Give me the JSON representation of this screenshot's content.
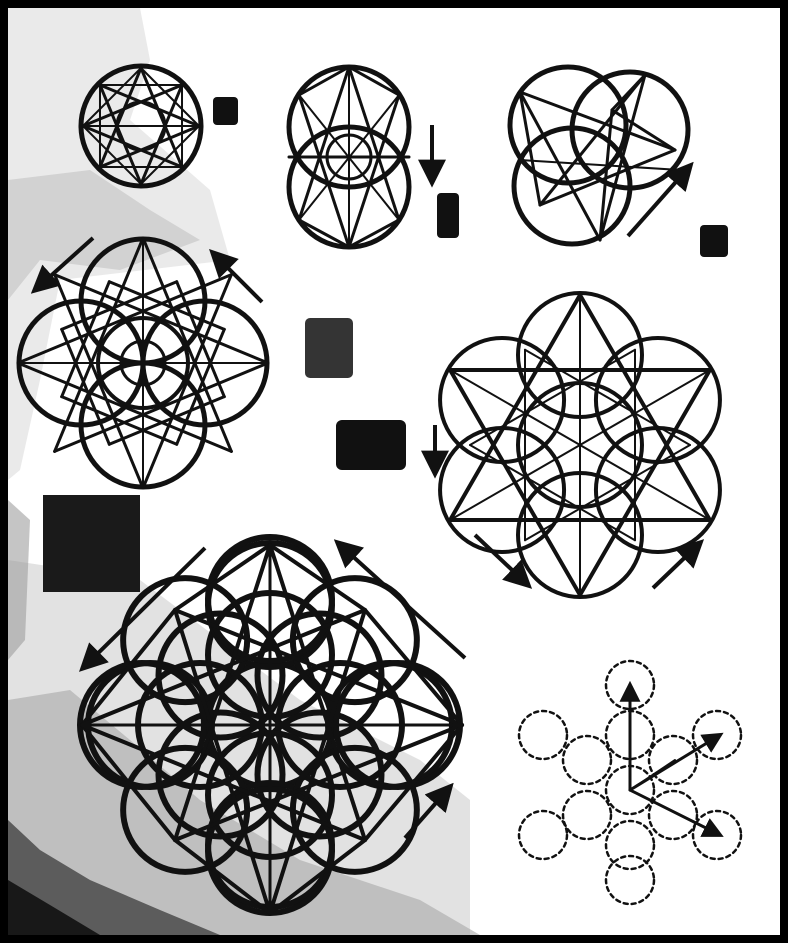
{
  "page": {
    "background": "#ffffff",
    "frame_color": "#000000",
    "ink_color": "#111111",
    "dash_color": "#222222",
    "stain_light": "#d9d9d9",
    "stain_mid": "#a8a8a8",
    "stain_dark": "#4a4a4a"
  },
  "figures": [
    {
      "name": "figure-octagram-circle",
      "kind": "octagram"
    },
    {
      "name": "figure-vesica-star",
      "kind": "vesica-star"
    },
    {
      "name": "figure-three-circle-star",
      "kind": "three-circle-star"
    },
    {
      "name": "figure-four-petal-star",
      "kind": "four-petal-star"
    },
    {
      "name": "figure-seven-circle-hexagram",
      "kind": "hexagram-seven-circles"
    },
    {
      "name": "figure-large-rosette",
      "kind": "rosette"
    },
    {
      "name": "figure-dashed-circle-grid",
      "kind": "dashed-circles-with-vectors"
    }
  ],
  "arrows": [
    {
      "name": "arrow-down-top-middle",
      "direction": "down"
    },
    {
      "name": "arrow-up-right-top",
      "direction": "up-right"
    },
    {
      "name": "arrow-down-left-upper",
      "direction": "down-left"
    },
    {
      "name": "arrow-up-left-upper",
      "direction": "up-left"
    },
    {
      "name": "arrow-down-middle",
      "direction": "down"
    },
    {
      "name": "arrow-down-right-middle",
      "direction": "down-right"
    },
    {
      "name": "arrow-up-right-middle",
      "direction": "up-right"
    },
    {
      "name": "arrow-down-left-lower",
      "direction": "down-left"
    },
    {
      "name": "arrow-up-left-lower",
      "direction": "up-left"
    },
    {
      "name": "arrow-up-right-lower",
      "direction": "up-right"
    }
  ]
}
